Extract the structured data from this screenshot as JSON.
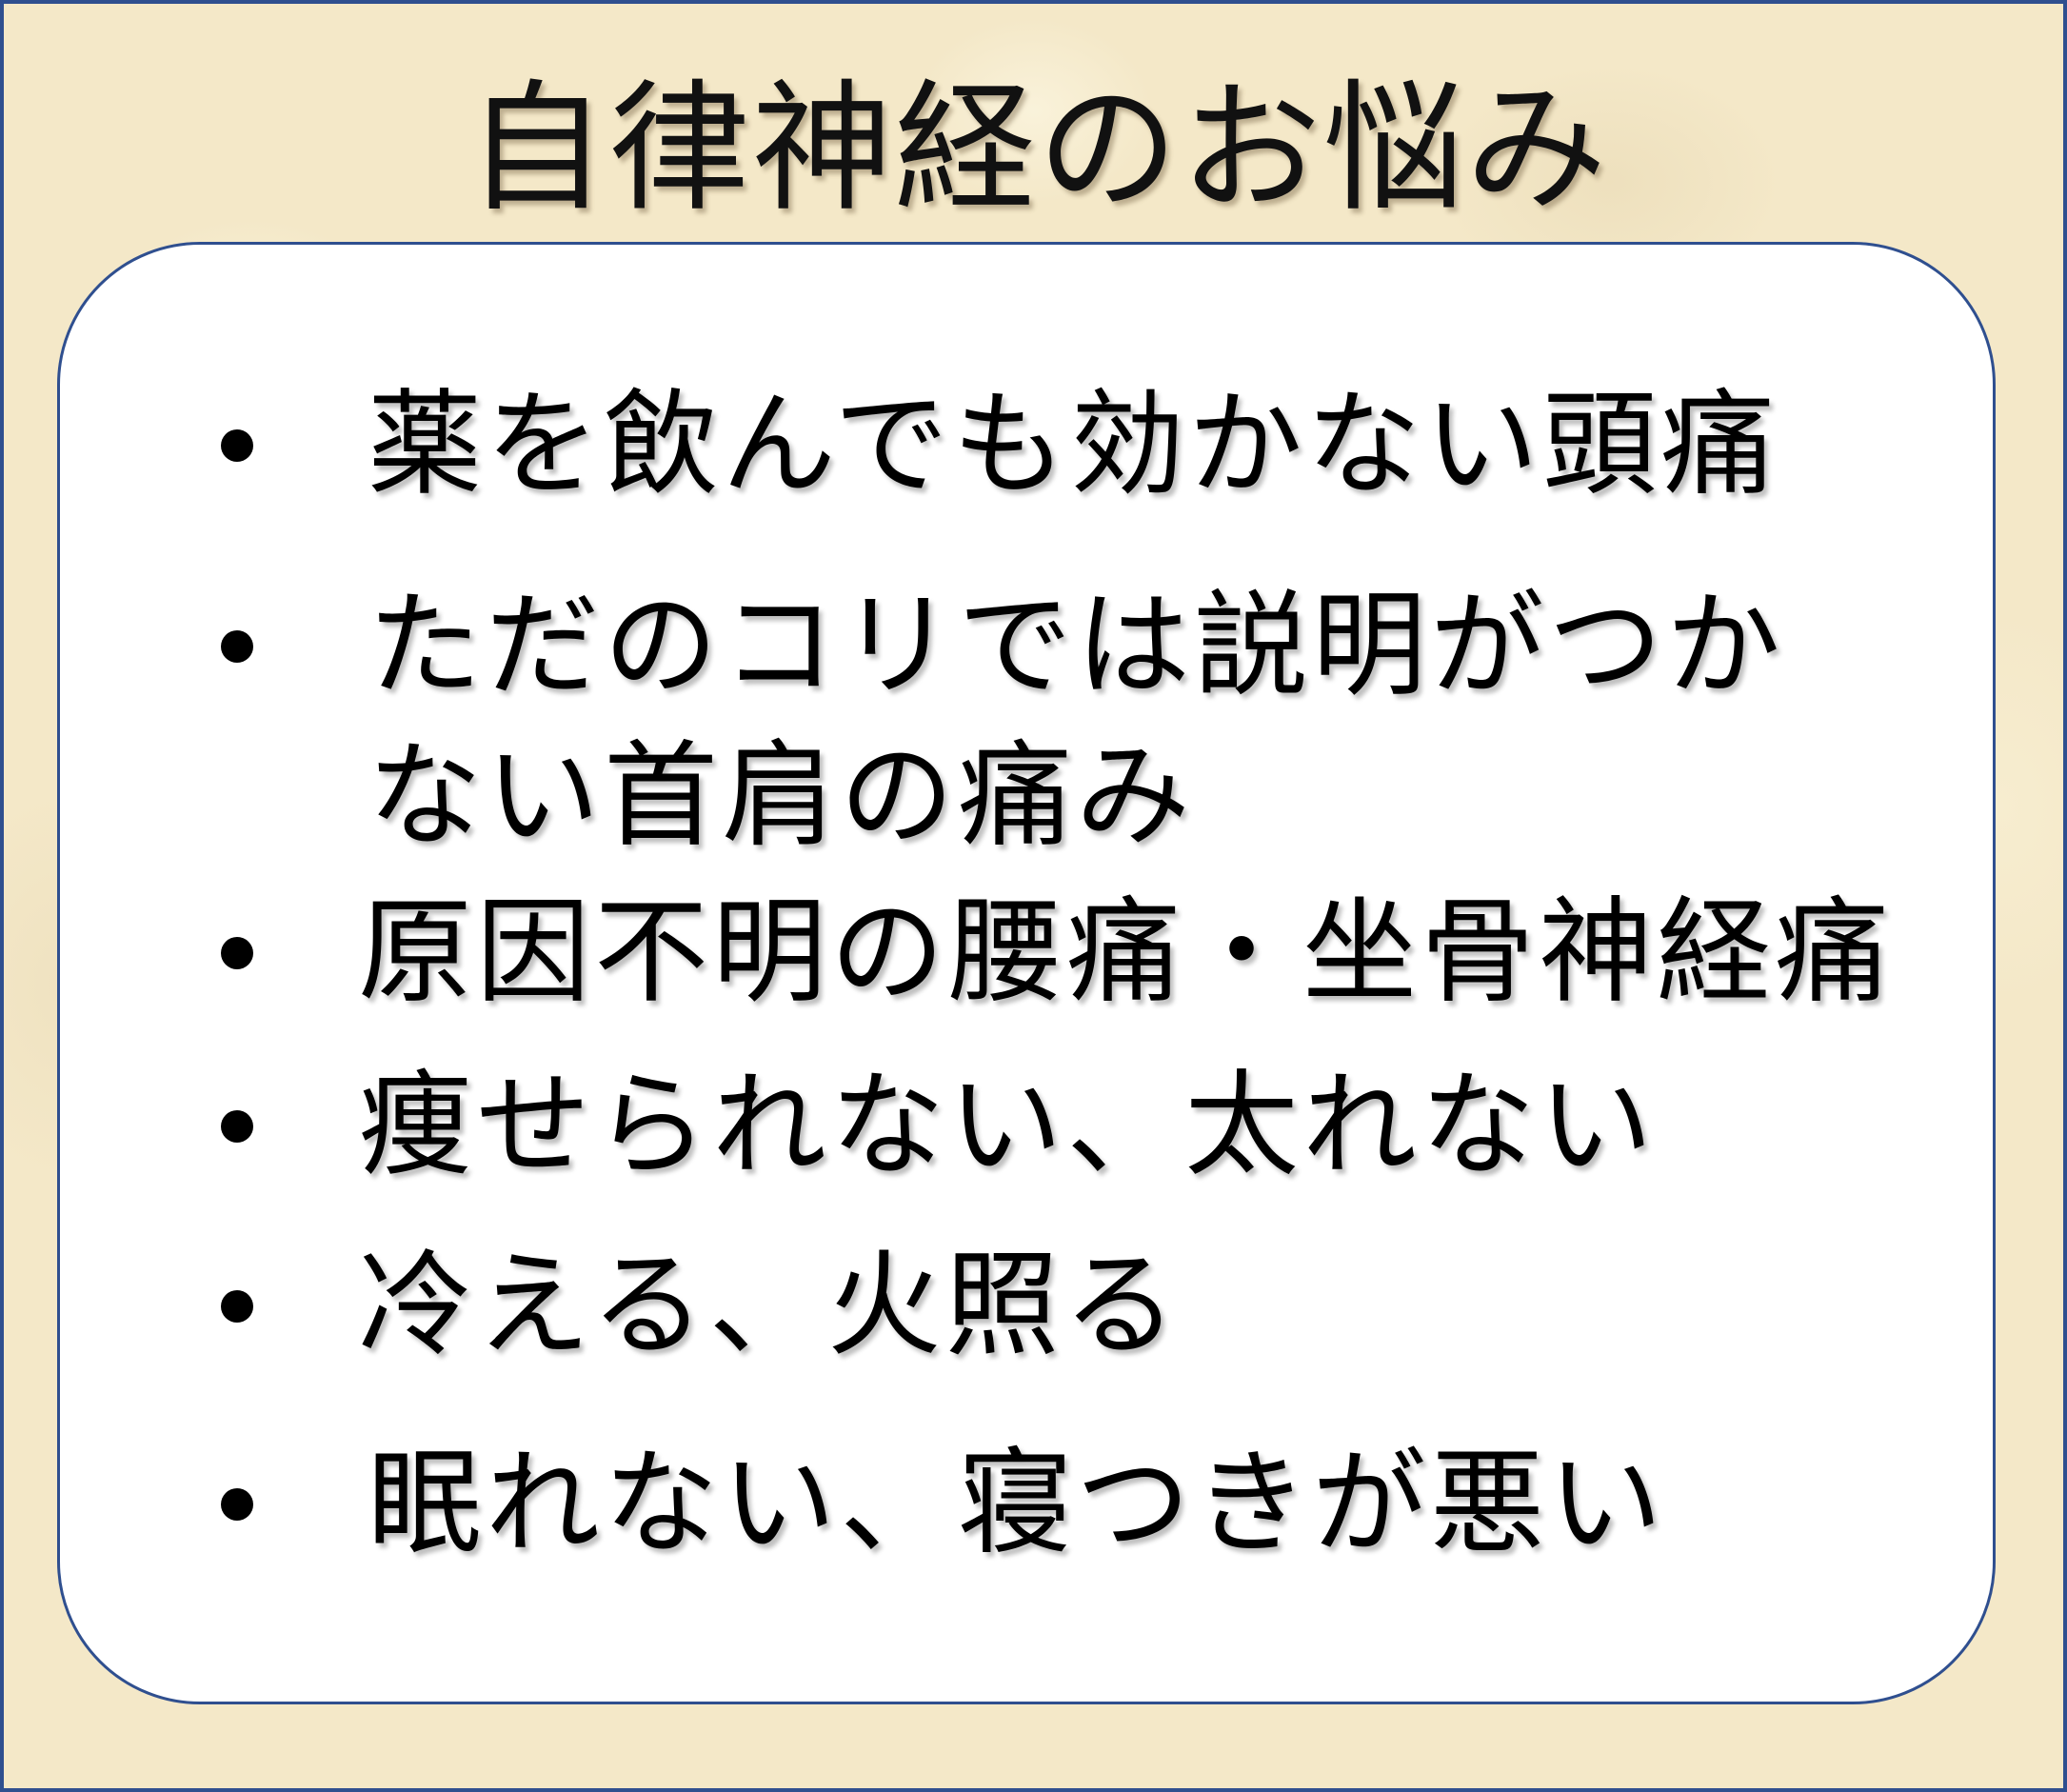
{
  "title": "自律神経のお悩み",
  "items": [
    {
      "line1": "薬を飲んでも効かない頭痛"
    },
    {
      "line1": "ただのコリでは説明がつか",
      "line2": "ない首肩の痛み"
    },
    {
      "line1": "原因不明の腰痛・坐骨神経痛"
    },
    {
      "line1": "痩せられない、太れない"
    },
    {
      "line1": "冷える、火照る"
    },
    {
      "line1": "眠れない、寝つきが悪い"
    }
  ]
}
